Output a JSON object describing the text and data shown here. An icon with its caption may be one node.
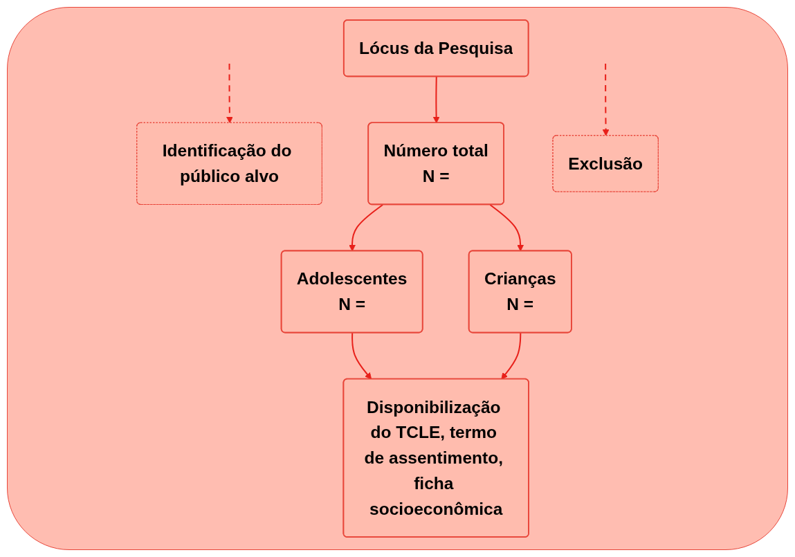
{
  "diagram": {
    "nodes": [
      {
        "text": [
          "Lócus da Pesquisa"
        ]
      },
      {
        "text": [
          "Identificação do público alvo"
        ]
      },
      {
        "text": [
          "Número total",
          "N ="
        ]
      },
      {
        "text": [
          "Adolescentes",
          "N ="
        ]
      },
      {
        "text": [
          "Crianças",
          "N ="
        ]
      },
      {
        "text": [
          "Exclusão"
        ]
      },
      {
        "text": [
          "Disponibilização do TCLE, termo de assentimento, ficha socioeconômica"
        ]
      }
    ],
    "edges": [
      {
        "from": 0,
        "to": 2,
        "arrow": "to"
      },
      {
        "from": null,
        "to": 1,
        "arrow": "to",
        "style": "dashed"
      },
      {
        "from": 2,
        "to": 3,
        "arrow": "to"
      },
      {
        "from": 2,
        "to": 4,
        "arrow": "to"
      },
      {
        "from": 3,
        "to": 6,
        "arrow": "to"
      },
      {
        "from": 4,
        "to": 6,
        "arrow": "to"
      },
      {
        "from": null,
        "to": 5,
        "arrow": "to",
        "style": "dashed"
      }
    ]
  }
}
